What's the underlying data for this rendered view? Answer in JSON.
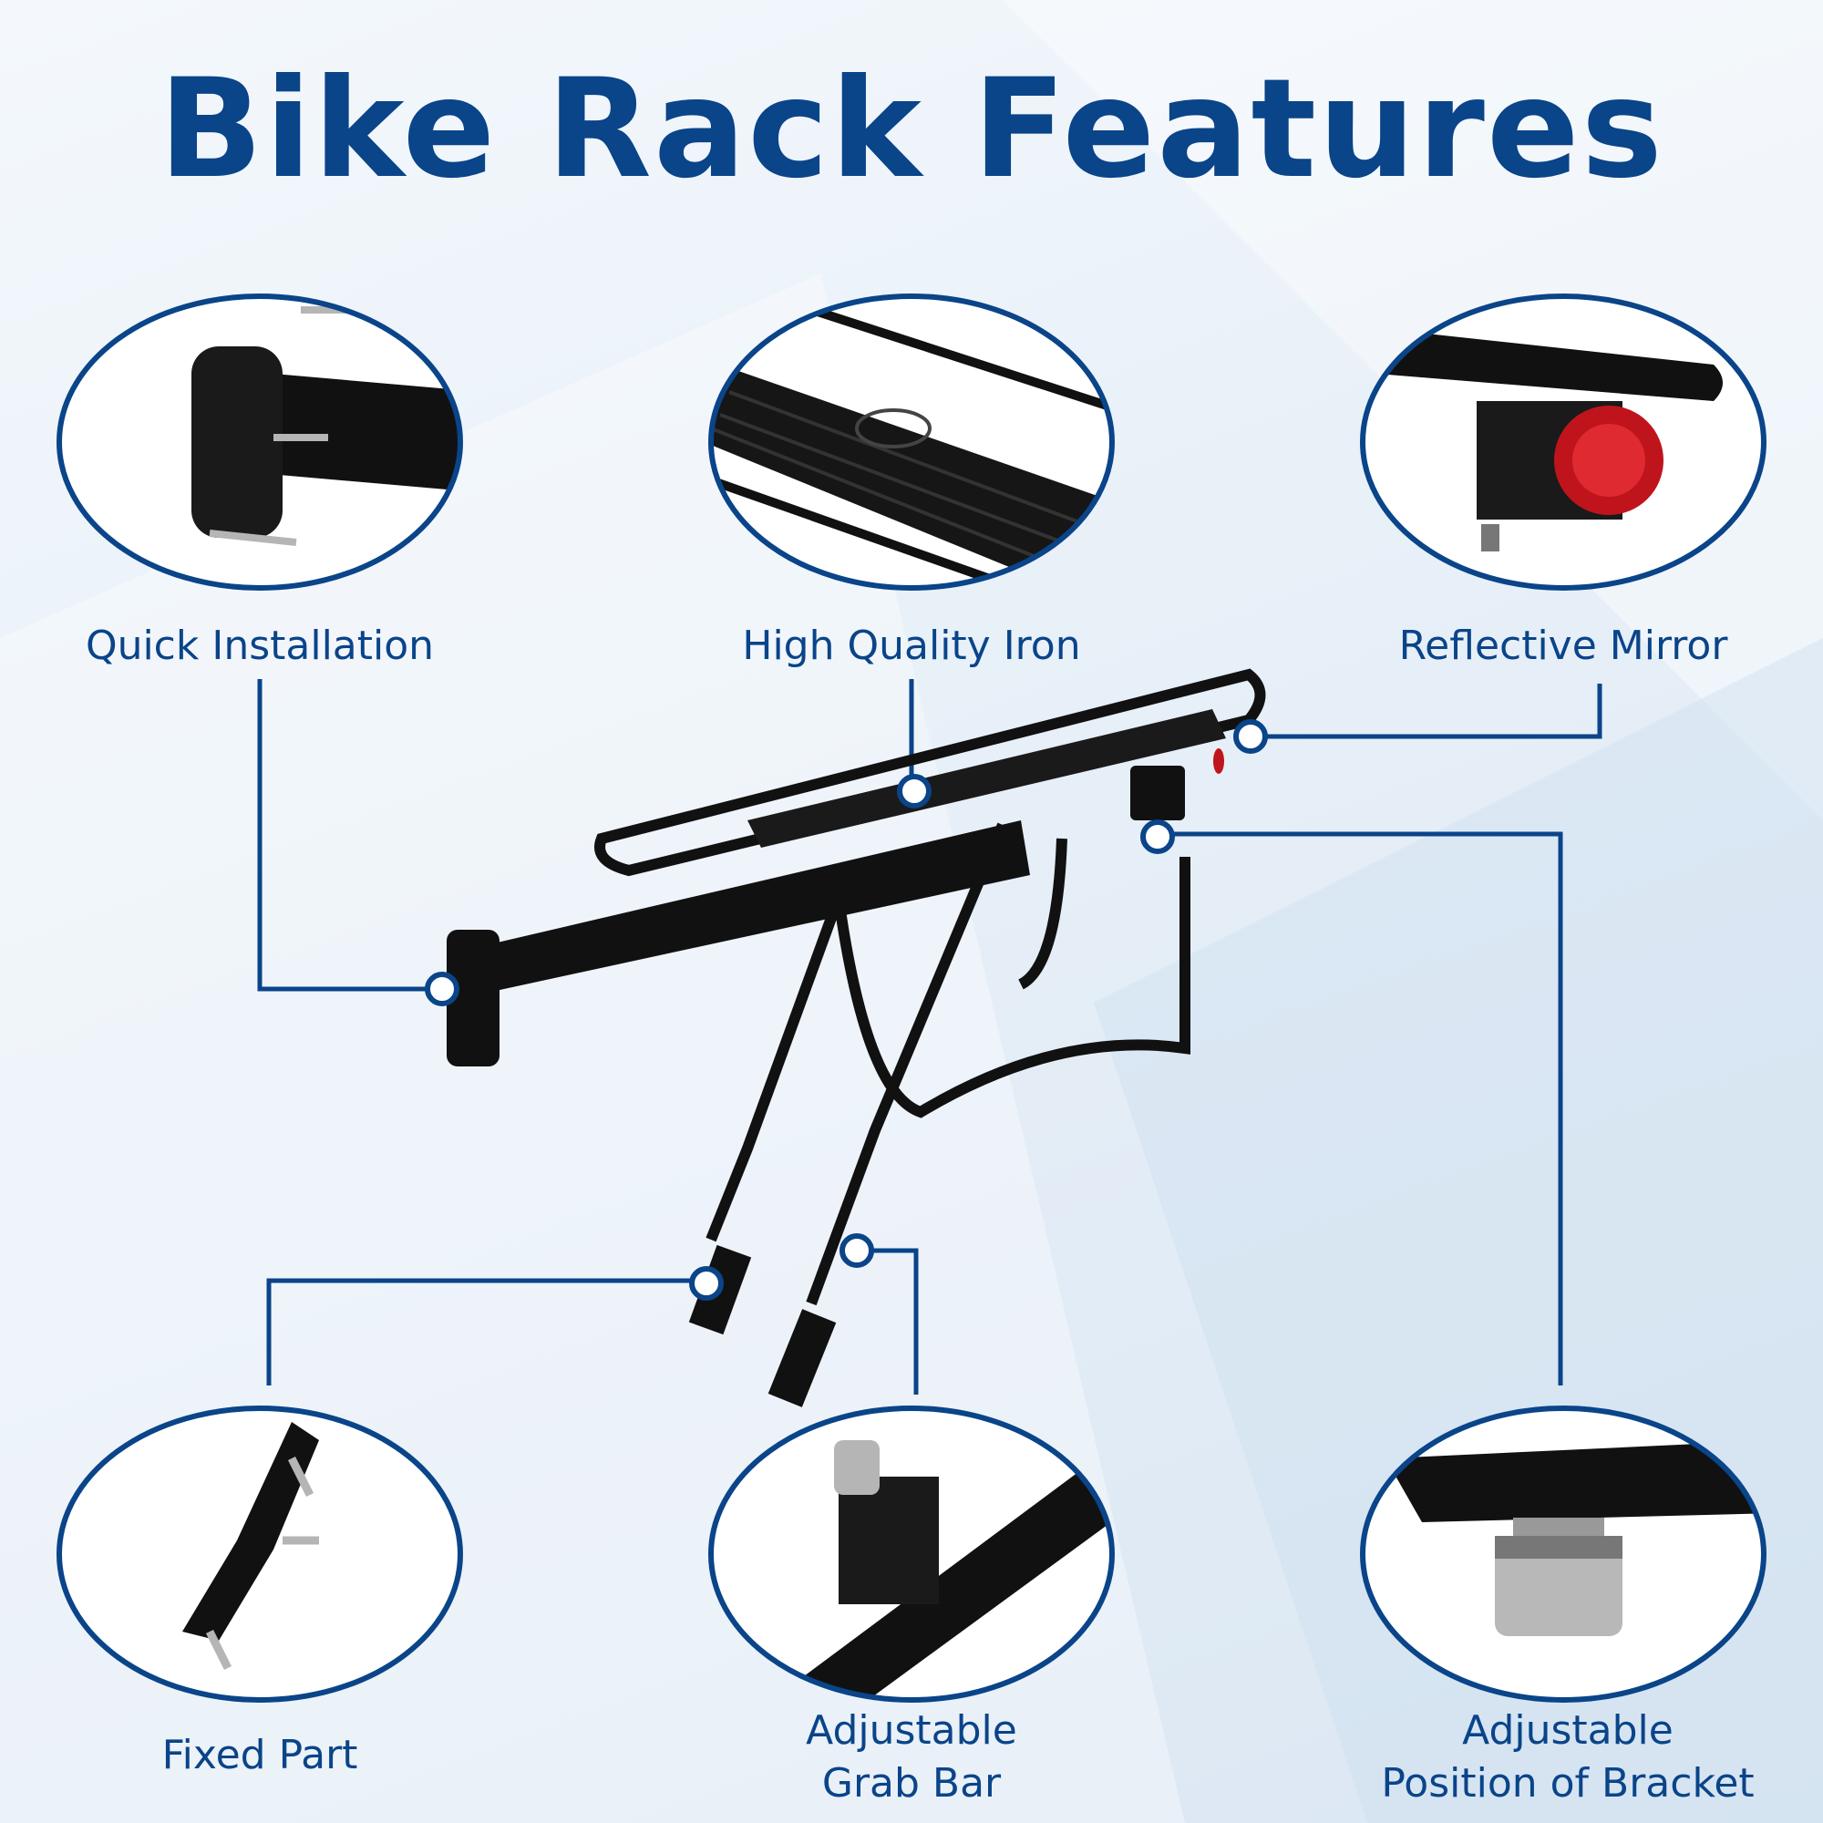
{
  "title": "Bike Rack Features",
  "features": {
    "quick_installation": "Quick Installation",
    "high_quality_iron": "High Quality Iron",
    "reflective_mirror": "Reflective Mirror",
    "fixed_part": "Fixed Part",
    "adjustable_grab_bar_line1": "Adjustable",
    "adjustable_grab_bar_line2": "Grab Bar",
    "adjustable_bracket_line1": "Adjustable",
    "adjustable_bracket_line2": "Position of Bracket"
  },
  "colors": {
    "brand_blue": "#0a4489",
    "rack_black": "#111111",
    "reflector_red": "#c0141c"
  }
}
